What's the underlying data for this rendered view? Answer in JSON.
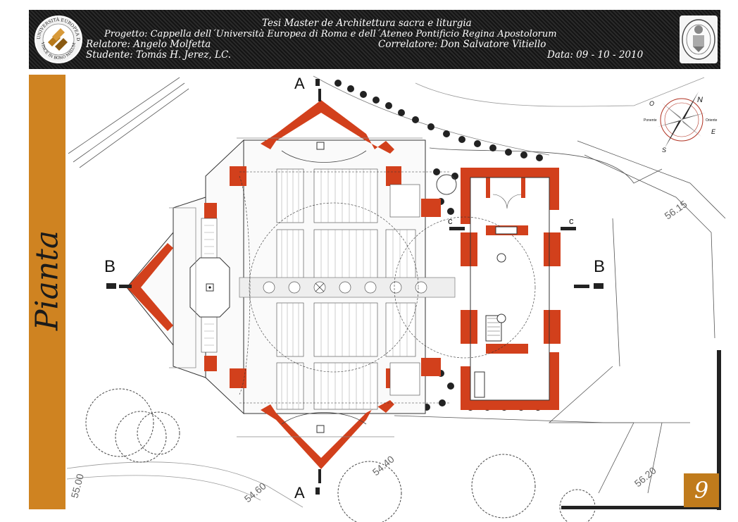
{
  "header": {
    "line1": "Tesi Master de Architettura sacra e liturgia",
    "line2": "Progetto: Cappella dell´Università Europea di Roma e dell´Ateneo Pontificio Regina Apostolorum",
    "relatore": "Relatore: Angelo Molfetta",
    "correlatore": "Correlatore: Don Salvatore Vitiello",
    "studente": "Studente: Tomás H. Jerez, LC.",
    "data": "Data: 09 - 10 - 2010"
  },
  "logo_left": {
    "text_top": "UNIVERSITÀ EUROPEA DI ROMA",
    "text_bottom": "VINCE IN BONO MALUM"
  },
  "side_title": "Pianta",
  "sections": {
    "a_label": "A",
    "b_label": "B",
    "c_label": "c"
  },
  "compass": {
    "north": "N",
    "south": "S",
    "east": "E",
    "west": "O",
    "left_label": "Ponente",
    "right_label": "Oriente"
  },
  "elevations": [
    "56.15",
    "55.00",
    "54.60",
    "54.40",
    "56.20"
  ],
  "page_number": "9",
  "colors": {
    "wall": "#d2401c",
    "header": "#1b1b1b",
    "band": "#cf8321",
    "badge": "#c07b1c"
  }
}
